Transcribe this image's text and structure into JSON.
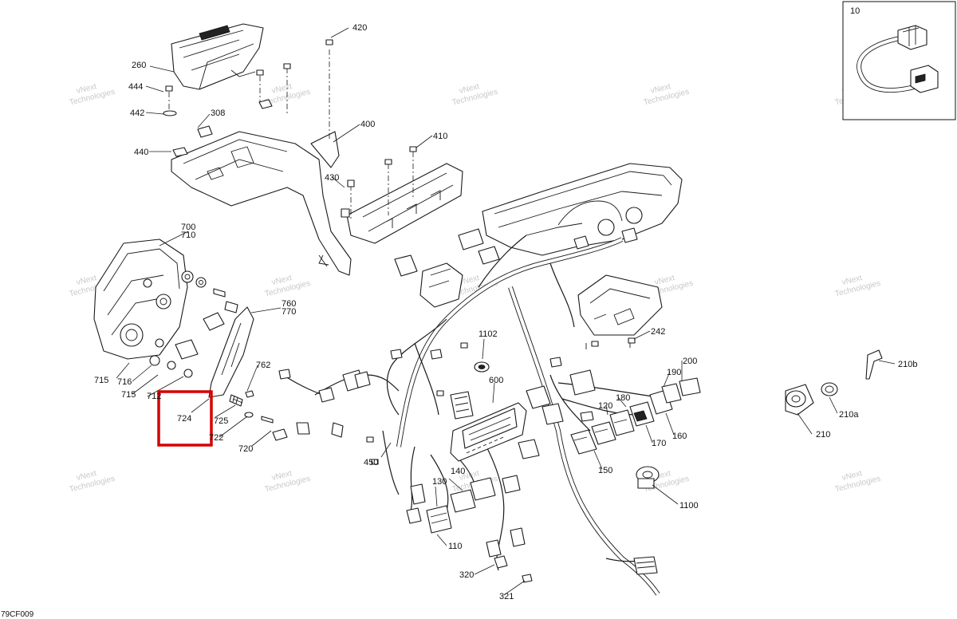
{
  "document_code": "79CF009",
  "highlight": {
    "part": "724",
    "color": "#d40000"
  },
  "watermark_lines": [
    "vNext",
    "Technologies"
  ],
  "callouts": {
    "c10": "10",
    "c110": "110",
    "c120": "120",
    "c130": "130",
    "c140": "140",
    "c150": "150",
    "c160": "160",
    "c170": "170",
    "c180": "180",
    "c190": "190",
    "c200": "200",
    "c210": "210",
    "c210a": "210a",
    "c210b": "210b",
    "c242": "242",
    "c260": "260",
    "c308": "308",
    "c320": "320",
    "c321": "321",
    "c400": "400",
    "c410": "410",
    "c420": "420",
    "c430": "430",
    "c440": "440",
    "c442": "442",
    "c444": "444",
    "c450": "450",
    "c600": "600",
    "c700": "700",
    "c710": "710",
    "c712": "712",
    "c715": "715",
    "c716": "716",
    "c720": "720",
    "c722": "722",
    "c724": "724",
    "c725": "725",
    "c760": "760",
    "c762": "762",
    "c770": "770",
    "c1100": "1100",
    "c1102": "1102"
  }
}
